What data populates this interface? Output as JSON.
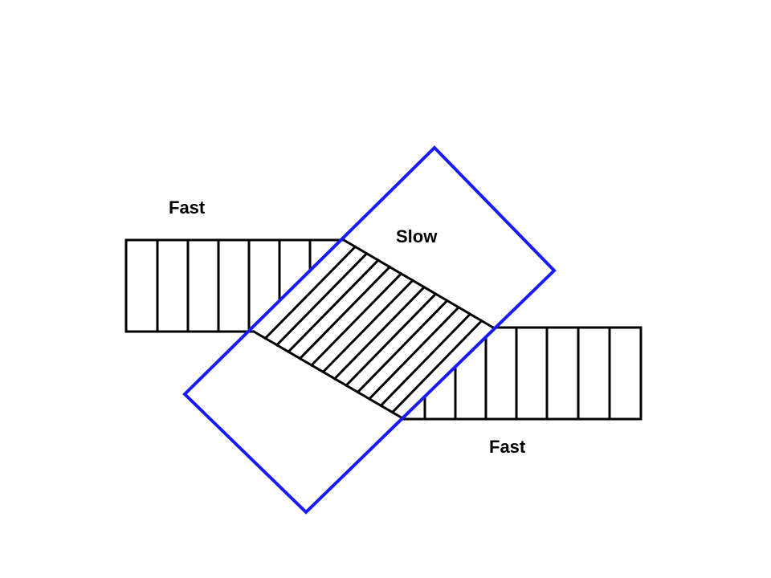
{
  "labels": {
    "fast_top": "Fast",
    "slow": "Slow",
    "fast_bottom": "Fast"
  },
  "colors": {
    "boundary": "#1a1aff",
    "lines": "#000000",
    "background": "#ffffff"
  }
}
